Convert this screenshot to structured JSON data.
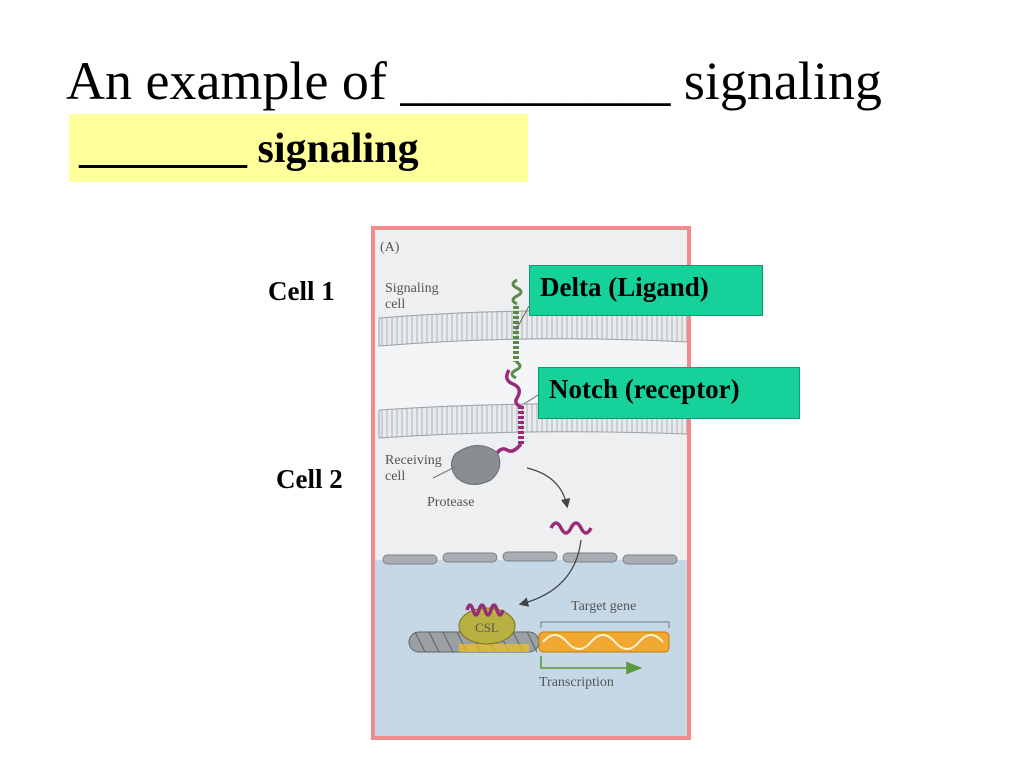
{
  "title": {
    "line1": "An example of __________ signaling",
    "line2": "________ signaling"
  },
  "labels": {
    "cell1": "Cell 1",
    "cell2": "Cell 2",
    "delta": "Delta (Ligand)",
    "notch": "Notch (receptor)"
  },
  "figure": {
    "panel": "(A)",
    "signaling_cell": [
      "Signaling",
      "cell"
    ],
    "receiving_cell": [
      "Receiving",
      "cell"
    ],
    "protease": "Protease",
    "csl": "CSL",
    "target_gene": "Target gene",
    "transcription": "Transcription"
  },
  "colors": {
    "highlight": "#ffff9c",
    "callout": "#16d29a",
    "frame": "#f08c8c",
    "delta_ligand": "#5a8a4a",
    "notch_receptor": "#9a2a7a",
    "nucleus": "#c6d8e6",
    "csl": "#b8b040",
    "gene": "#f0a830"
  }
}
